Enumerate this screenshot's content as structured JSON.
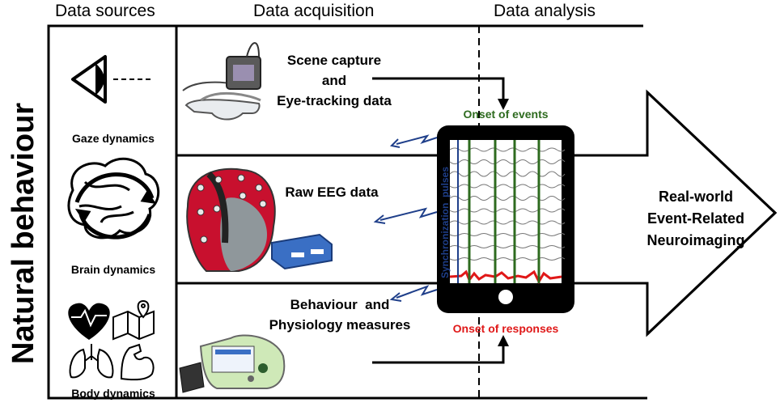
{
  "headers": {
    "sources": "Data sources",
    "acquisition": "Data acquisition",
    "analysis": "Data analysis"
  },
  "side_title": "Natural behaviour",
  "sources": {
    "gaze": "Gaze dynamics",
    "brain": "Brain dynamics",
    "body": "Body dynamics"
  },
  "acquisition": {
    "scene_line1": "Scene capture",
    "scene_line2": "and",
    "scene_line3": "Eye-tracking data",
    "eeg": "Raw EEG data",
    "behaviour_line1": "Behaviour  and",
    "behaviour_line2": "Physiology measures"
  },
  "analysis": {
    "onset_events": "Onset of events",
    "onset_responses": "Onset of responses",
    "sync_pulses": "Synchronization  pulses"
  },
  "result": {
    "line1": "Real-world",
    "line2": "Event-Related",
    "line3": "Neuroimaging"
  },
  "colors": {
    "events": "#2e6b1f",
    "responses": "#e01818",
    "sync": "#1f3f8a",
    "eeg_cap": "#c8102e"
  }
}
